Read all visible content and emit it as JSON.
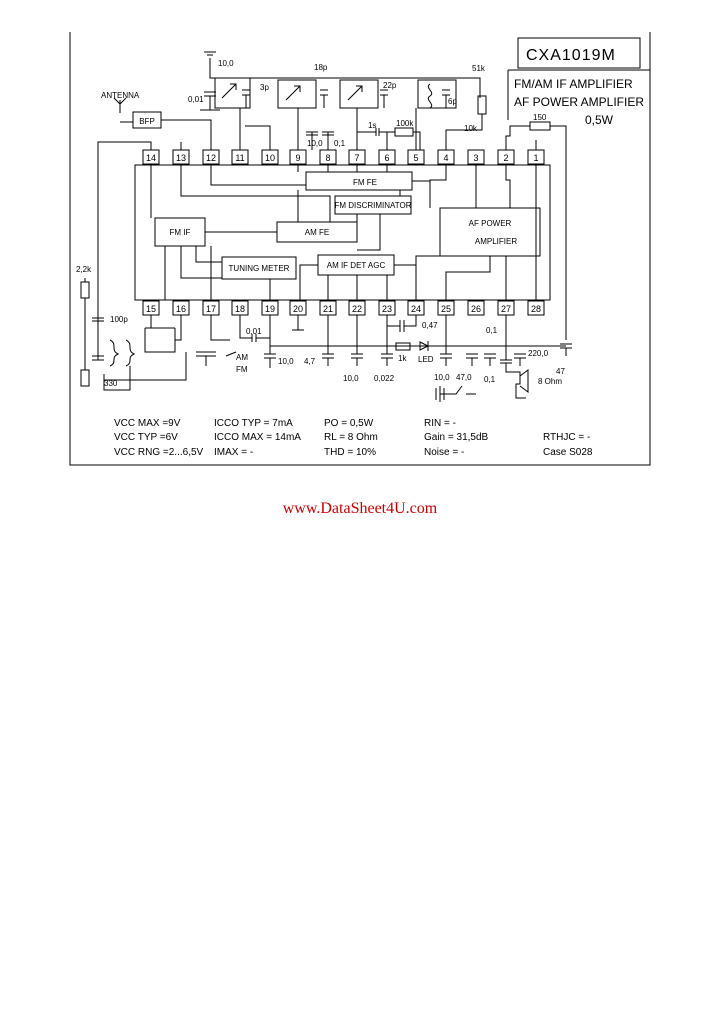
{
  "title": {
    "part_number": "CXA1019M",
    "line1": "FM/AM IF AMPLIFIER",
    "line2": "AF POWER AMPLIFIER",
    "line3": "0,5W"
  },
  "blocks": {
    "fm_fe": "FM FE",
    "fm_disc": "FM DISCRIMINATOR",
    "am_fe": "AM FE",
    "fm_if": "FM IF",
    "af_power_1": "AF POWER",
    "af_power_2": "AMPLIFIER",
    "tuning_meter": "TUNING METER",
    "am_if": "AM IF DET AGC",
    "bfp": "BFP"
  },
  "pins_top": [
    "14",
    "13",
    "12",
    "11",
    "10",
    "9",
    "8",
    "7",
    "6",
    "5",
    "4",
    "3",
    "2",
    "1"
  ],
  "pins_bottom": [
    "15",
    "16",
    "17",
    "18",
    "19",
    "20",
    "21",
    "22",
    "23",
    "24",
    "25",
    "26",
    "27",
    "28"
  ],
  "labels": {
    "antenna": "ANTENNA",
    "c_top_left": "10,0",
    "c_0_01": "0,01",
    "c_3p": "3p",
    "c_18p": "18p",
    "c_22p": "22p",
    "c_6p": "6p",
    "r_51k": "51k",
    "c_10_0_b": "10,0",
    "c_0_1_b": "0,1",
    "c_1s": "1s",
    "r_100k": "100k",
    "r_10k": "10k",
    "r_150": "150",
    "r_2_2k": "2,2k",
    "c_100p": "100p",
    "r_330": "330",
    "c_0_01_b": "0,01",
    "am_sw": "AM",
    "fm_sw": "FM",
    "c_10_0_c": "10,0",
    "c_4_7": "4,7",
    "c_10_0_d": "10,0",
    "c_0_022": "0,022",
    "c_0_47": "0,47",
    "r_1k": "1k",
    "led": "LED",
    "c_10_0_e": "10,0",
    "c_47_0": "47,0",
    "c_0_1_c": "0,1",
    "c_0_1_d": "0,1",
    "c_220_0": "220,0",
    "c_47": "47",
    "speaker": "8 Ohm"
  },
  "specs": {
    "vcc_max": "VCC MAX =9V",
    "vcc_typ": "VCC TYP =6V",
    "vcc_rng": "VCC RNG =2...6,5V",
    "icco_typ": "ICCO TYP = 7mA",
    "icco_max": "ICCO MAX = 14mA",
    "imax": "IMAX =   -",
    "po": "PO = 0,5W",
    "rl": "RL = 8 Ohm",
    "thd": "THD = 10%",
    "rin": "RIN = -",
    "gain": "Gain = 31,5dB",
    "noise": "Noise = -",
    "rthjc": "RTHJC = -",
    "case": "Case S028"
  },
  "footer": "www.DataSheet4U.com"
}
